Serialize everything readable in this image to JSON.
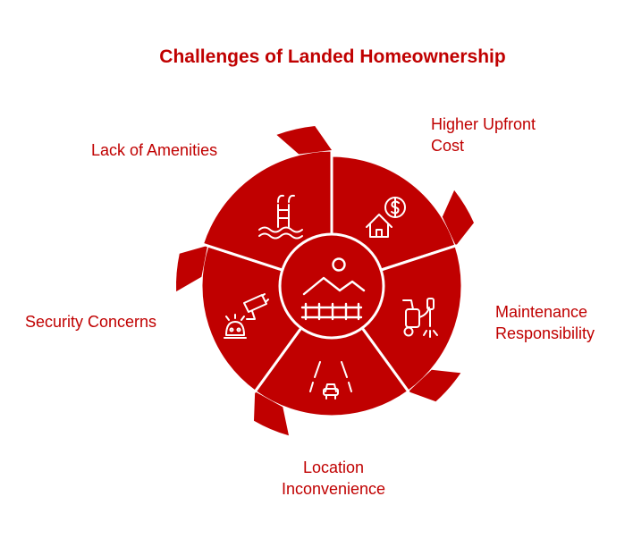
{
  "title": "Challenges of Landed Homeownership",
  "colors": {
    "accent": "#c00000",
    "title": "#c00000",
    "label": "#c00000",
    "icon_stroke": "#ffffff",
    "background": "#ffffff"
  },
  "center": {
    "icon": "landscape-house-fence-icon"
  },
  "segments": [
    {
      "label_lines": [
        "Higher Upfront",
        "Cost"
      ],
      "icon": "house-dollar-icon"
    },
    {
      "label_lines": [
        "Maintenance",
        "Responsibility"
      ],
      "icon": "pressure-washer-icon"
    },
    {
      "label_lines": [
        "Location",
        "Inconvenience"
      ],
      "icon": "road-car-icon"
    },
    {
      "label_lines": [
        "Security Concerns"
      ],
      "icon": "security-camera-alarm-icon"
    },
    {
      "label_lines": [
        "Lack of Amenities"
      ],
      "icon": "swimming-pool-icon"
    }
  ]
}
